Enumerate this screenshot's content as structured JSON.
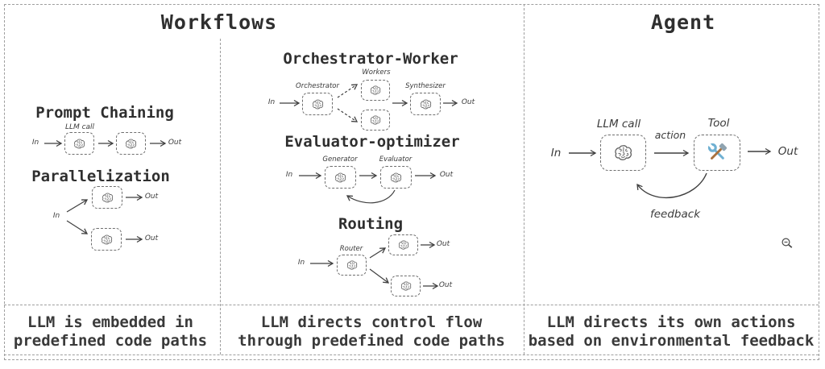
{
  "header": {
    "workflows_title": "Workflows",
    "agent_title": "Agent"
  },
  "workflows": {
    "prompt_chaining": {
      "title": "Prompt Chaining",
      "llm_call_label": "LLM call",
      "in": "In",
      "out": "Out"
    },
    "parallelization": {
      "title": "Parallelization",
      "in": "In",
      "out_top": "Out",
      "out_bottom": "Out"
    },
    "orchestrator_worker": {
      "title": "Orchestrator-Worker",
      "in": "In",
      "out": "Out",
      "orchestrator_label": "Orchestrator",
      "workers_label": "Workers",
      "synthesizer_label": "Synthesizer"
    },
    "evaluator_optimizer": {
      "title": "Evaluator-optimizer",
      "in": "In",
      "out": "Out",
      "generator_label": "Generator",
      "evaluator_label": "Evaluator"
    },
    "routing": {
      "title": "Routing",
      "in": "In",
      "router_label": "Router",
      "out_top": "Out",
      "out_bottom": "Out"
    }
  },
  "agent": {
    "in": "In",
    "llm_call_label": "LLM call",
    "action_label": "action",
    "tool_label": "Tool",
    "out": "Out",
    "feedback_label": "feedback"
  },
  "captions": {
    "workflows_left_line1": "LLM is embedded in",
    "workflows_left_line2": "predefined code paths",
    "workflows_mid_line1": "LLM directs control flow",
    "workflows_mid_line2": "through predefined code paths",
    "agent_line1": "LLM directs its own actions",
    "agent_line2": "based on environmental feedback"
  },
  "icons": {
    "brain": "brain-icon",
    "tool": "hammer-wrench-icon",
    "magnifier": "zoom-out-cursor-icon"
  },
  "colors": {
    "background": "#ffffff",
    "border": "#9e9e9e",
    "box_border": "#6e6e6e",
    "text": "#2f2f2f",
    "arrow": "#3f3f3f",
    "wrench_blue": "#6fb0d2",
    "hammer_brown": "#a9713d"
  }
}
